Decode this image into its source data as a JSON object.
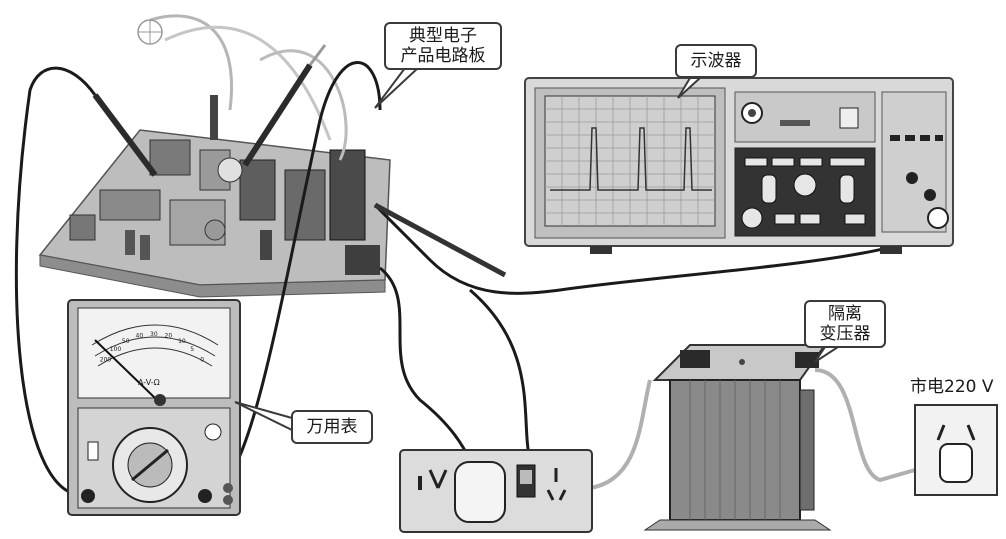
{
  "labels": {
    "pcb": [
      "典型电子",
      "产品电路板"
    ],
    "oscilloscope": "示波器",
    "multimeter": "万用表",
    "isolation_transformer": [
      "隔离",
      "变压器"
    ],
    "mains": "市电220 V"
  },
  "multimeter_face": {
    "symbol": "A-V-Ω",
    "scale_numbers": [
      "200",
      "100",
      "50",
      "40",
      "30",
      "20",
      "10",
      "5",
      "0"
    ]
  },
  "colors": {
    "background": "#ffffff",
    "device_body": "#d9d9d9",
    "device_dark": "#2b2b2b",
    "screen": "#c8c8c8",
    "cable": "#1a1a1a"
  }
}
